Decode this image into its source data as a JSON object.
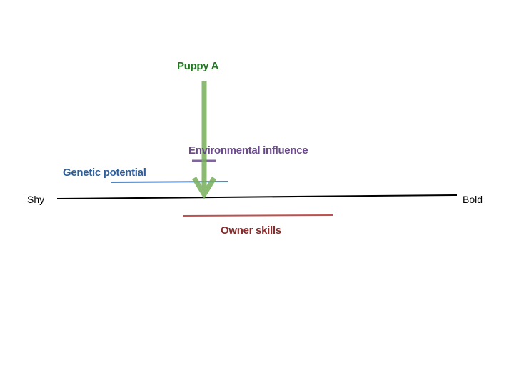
{
  "title": "Puppy A",
  "axis": {
    "left_label": "Shy",
    "right_label": "Bold"
  },
  "factors": {
    "genetic": "Genetic potential",
    "environmental": "Environmental influence",
    "owner": "Owner skills"
  },
  "colors": {
    "title": "#1e7a1e",
    "arrow": "#77b05a",
    "genetic": "#2f5f9a",
    "environmental": "#6b4a8c",
    "owner": "#8a2a2a",
    "owner_line": "#c0504d",
    "genetic_line": "#4f81bd",
    "env_line": "#8064a2"
  }
}
